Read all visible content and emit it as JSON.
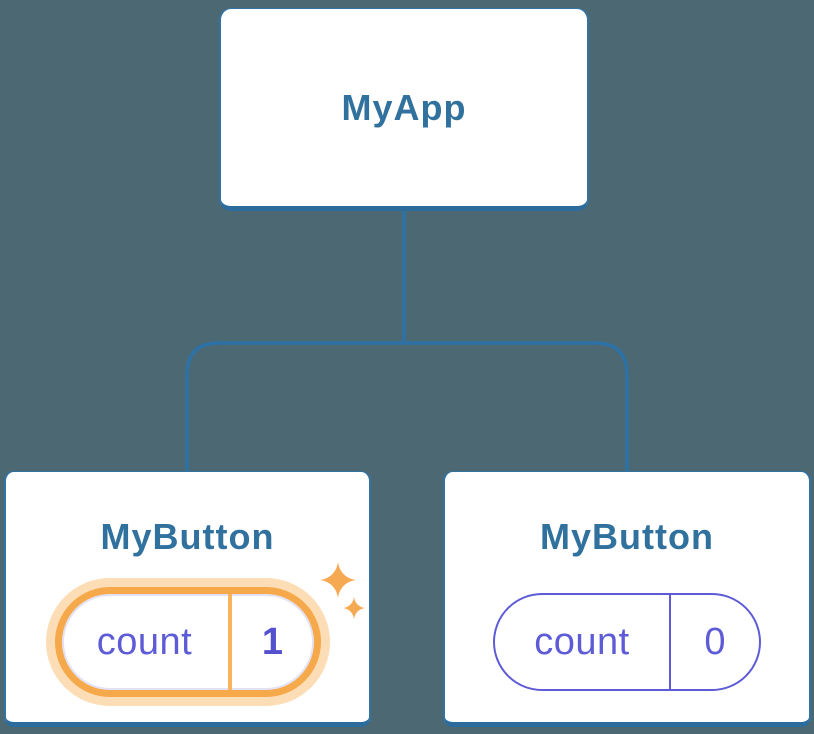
{
  "colors": {
    "background": "#4C6873",
    "line": "#2C72A6",
    "node_border": "#3273A3",
    "node_border_bottom": "#2C6C9C",
    "node_text": "#31719E",
    "state_purple": "#5E5BD7",
    "highlight_orange": "#F6A94B",
    "highlight_halo": "rgba(246, 166, 63, 0.38)",
    "sparkle_orange": "#F5A952"
  },
  "tree": {
    "root": {
      "label": "MyApp"
    },
    "children": [
      {
        "label": "MyButton",
        "state": {
          "key": "count",
          "value": "1",
          "highlighted": true,
          "icon": "sparkles-icon"
        }
      },
      {
        "label": "MyButton",
        "state": {
          "key": "count",
          "value": "0",
          "highlighted": false
        }
      }
    ]
  }
}
